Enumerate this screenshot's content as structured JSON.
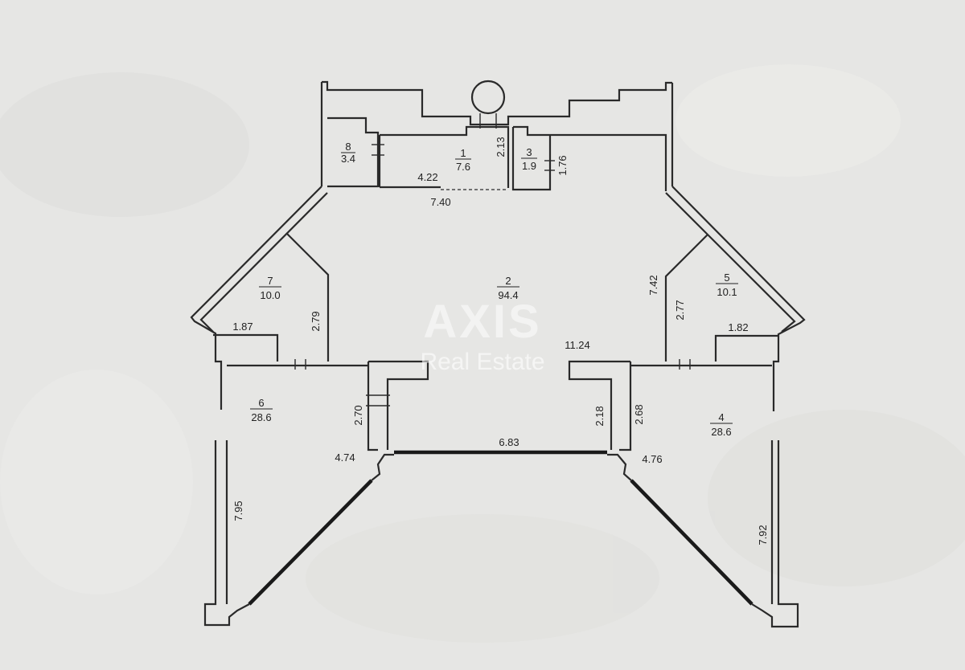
{
  "rooms": [
    {
      "number": "8",
      "area": "3.4"
    },
    {
      "number": "1",
      "area": "7.6"
    },
    {
      "number": "3",
      "area": "1.9"
    },
    {
      "number": "2",
      "area": "94.4"
    },
    {
      "number": "7",
      "area": "10.0"
    },
    {
      "number": "5",
      "area": "10.1"
    },
    {
      "number": "6",
      "area": "28.6"
    },
    {
      "number": "4",
      "area": "28.6"
    }
  ],
  "dimensions": {
    "d_2_13": "2.13",
    "d_1_76": "1.76",
    "d_4_22": "4.22",
    "d_7_40": "7.40",
    "d_7_42": "7.42",
    "d_2_77": "2.77",
    "d_1_82": "1.82",
    "d_2_79": "2.79",
    "d_1_87": "1.87",
    "d_11_24": "11.24",
    "d_2_70": "2.70",
    "d_2_18": "2.18",
    "d_2_68": "2.68",
    "d_6_83": "6.83",
    "d_4_74": "4.74",
    "d_4_76": "4.76",
    "d_7_95": "7.95",
    "d_7_92": "7.92"
  },
  "watermark": {
    "brand": "AXIS",
    "tagline": "Real Estate"
  }
}
